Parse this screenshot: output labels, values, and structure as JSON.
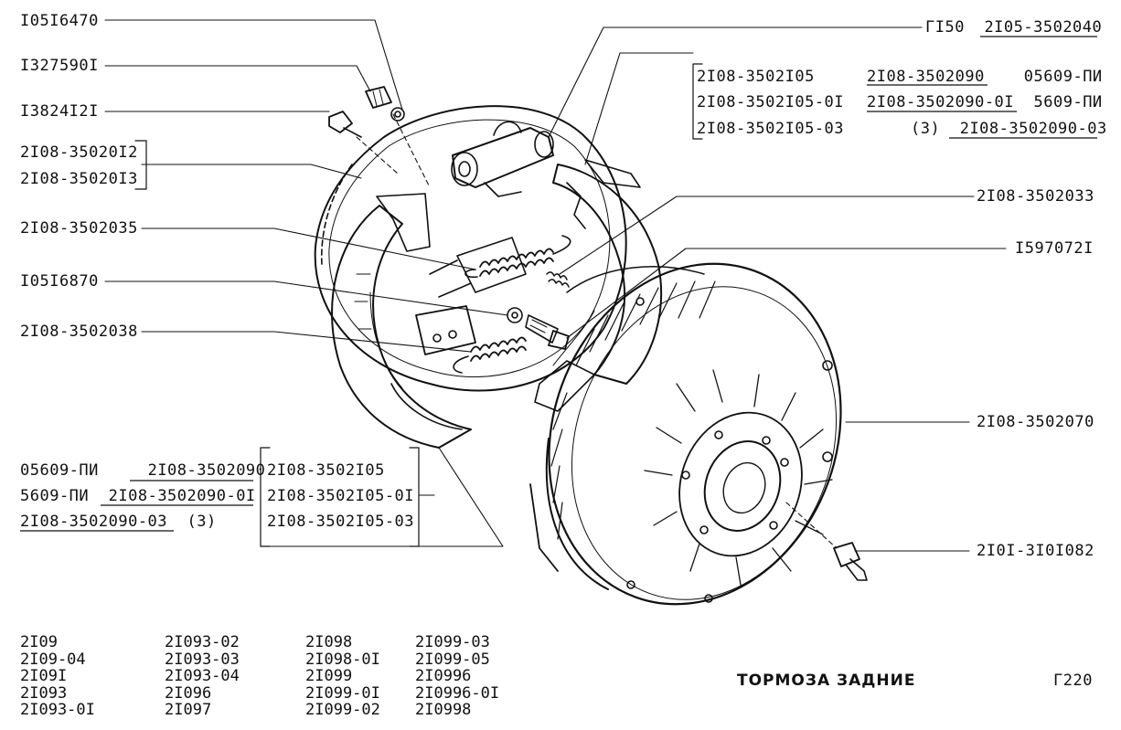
{
  "title": "ТОРМОЗА ЗАДНИЕ",
  "page_code": "Г220",
  "labels": {
    "l1": "I05I6470",
    "l2": "I327590I",
    "l3": "I3824I2I",
    "l4a": "2I08-35020I2",
    "l4b": "2I08-35020I3",
    "l5": "2I08-3502035",
    "l6": "I05I6870",
    "l7": "2I08-3502038",
    "r1_prefix": "ГI50",
    "r1_part": "2I05-3502040",
    "rb1": "2I08-3502I05",
    "rb2": "2I08-3502I05-0I",
    "rb3": "2I08-3502I05-03",
    "rc1_part": "2I08-3502090",
    "rc1_suffix": "05609-ПИ",
    "rc2_part": "2I08-3502090-0I",
    "rc2_suffix": "5609-ПИ",
    "rc3_prefix": "(3)",
    "rc3_part": "2I08-3502090-03",
    "r2": "2I08-3502033",
    "r3": "I597072I",
    "r4": "2I08-3502070",
    "r5": "2I0I-3I0I082",
    "bl1_prefix": "05609-ПИ",
    "bl1_part": "2I08-3502090",
    "bl2_prefix": "5609-ПИ",
    "bl2_part": "2I08-3502090-0I",
    "bl3_part": "2I08-3502090-03",
    "bl3_suffix": "(3)",
    "bb1": "2I08-3502I05",
    "bb2": "2I08-3502I05-0I",
    "bb3": "2I08-3502I05-03"
  },
  "models": [
    [
      "2I09",
      "2I09-04",
      "2I09I",
      "2I093",
      "2I093-0I"
    ],
    [
      "2I093-02",
      "2I093-03",
      "2I093-04",
      "2I096",
      "2I097"
    ],
    [
      "2I098",
      "2I098-0I",
      "2I099",
      "2I099-0I",
      "2I099-02"
    ],
    [
      "2I099-03",
      "2I099-05",
      "2I0996",
      "2I0996-0I",
      "2I0998"
    ]
  ]
}
